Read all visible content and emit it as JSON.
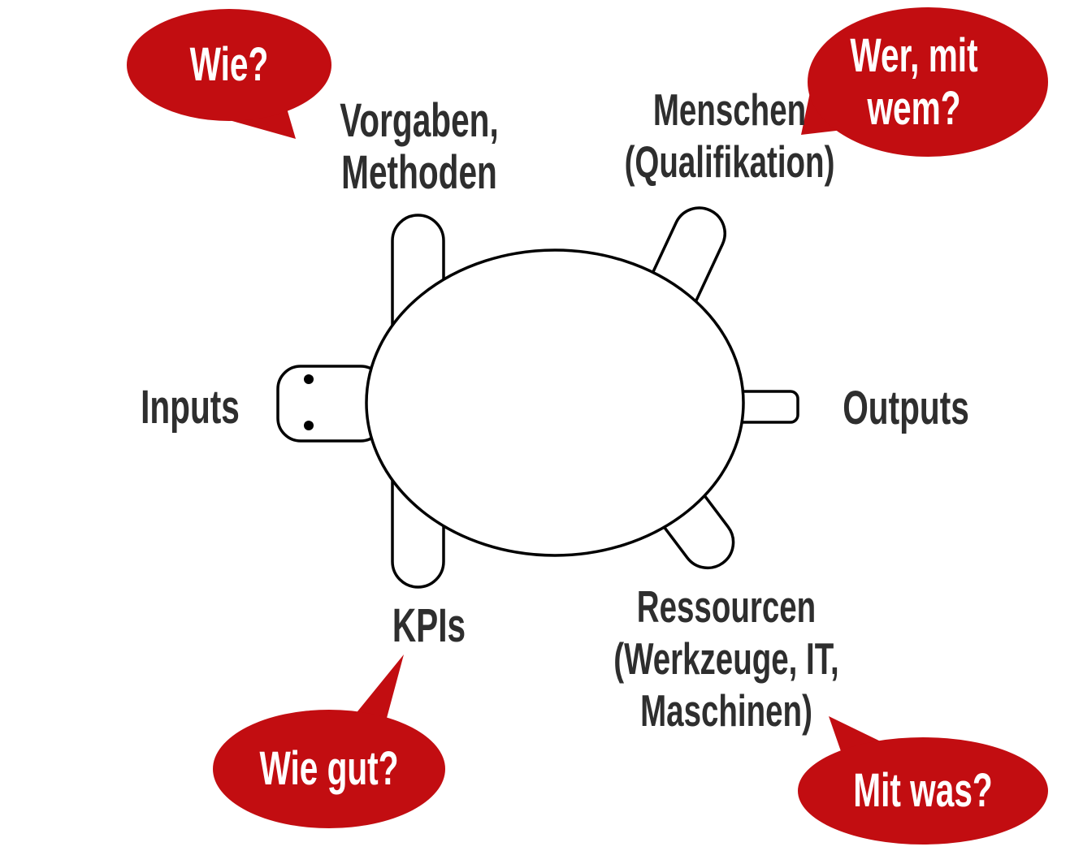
{
  "colors": {
    "bubble": "#C20D11",
    "outline": "#000000",
    "label": "#2E2E2E",
    "bubble_text": "#FFFFFF",
    "background": "#FFFFFF"
  },
  "labels": {
    "top_left": "Vorgaben,\nMethoden",
    "top_right": "Menschen\n(Qualifikation)",
    "left": "Inputs",
    "right": "Outputs",
    "bottom_left": "KPIs",
    "bottom_right": "Ressourcen\n(Werkzeuge, IT,\nMaschinen)"
  },
  "bubbles": {
    "top_left": "Wie?",
    "top_right": "Wer, mit\nwem?",
    "bottom_left": "Wie gut?",
    "bottom_right": "Mit was?"
  }
}
